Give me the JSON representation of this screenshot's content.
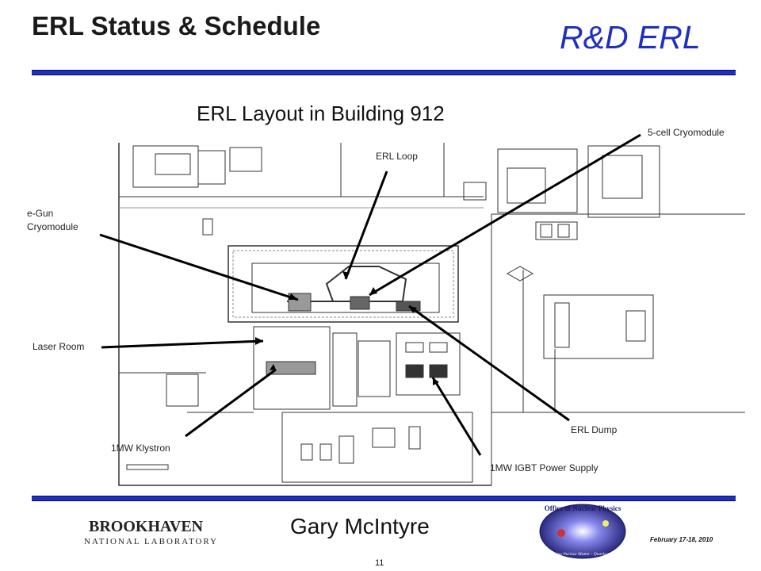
{
  "header": {
    "title": "ERL Status & Schedule",
    "brand": "R&D ERL",
    "accent_color": "#1f2fbf"
  },
  "figure": {
    "title": "ERL Layout in Building 912",
    "labels": {
      "erl_loop": "ERL Loop",
      "five_cell": "5-cell Cryomodule",
      "egun_line1": "e-Gun",
      "egun_line2": "Cryomodule",
      "laser_room": "Laser Room",
      "klystron": "1MW Klystron",
      "erl_dump": "ERL Dump",
      "igbt": "1MW  IGBT Power Supply"
    }
  },
  "footer": {
    "presenter": "Gary McIntyre",
    "date": "February 17-18, 2010",
    "page": "11",
    "bnl_logo_line1": "BROOKHAVEN",
    "bnl_logo_line2": "NATIONAL LABORATORY",
    "onp_logo_line1": "Office of Nuclear Physics",
    "onp_logo_line2": "Exploring Nuclear Matter - Quarks to Stars"
  }
}
